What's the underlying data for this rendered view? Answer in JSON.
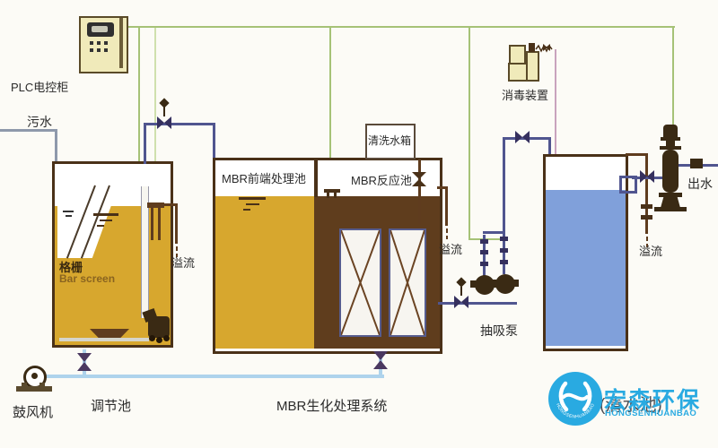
{
  "labels": {
    "plc": "PLC电控柜",
    "influent": "污水",
    "bar_screen_cn": "格栅",
    "bar_screen_en": "Bar screen",
    "overflow_left": "溢流",
    "overflow_mid": "溢流",
    "overflow_right": "溢流",
    "mbr_front": "MBR前端处理池",
    "mbr_reactor": "MBR反应池",
    "wash_tank": "清洗水箱",
    "disinfection": "消毒装置",
    "effluent": "出水",
    "suction_pump": "抽吸泵",
    "blower": "鼓风机",
    "regulation_tank": "调节池",
    "mbr_system": "MBR生化处理系统",
    "clear_water_tank": "(清水池)"
  },
  "logo": {
    "name_cn": "宏森环保",
    "name_en": "HONGSENHUANBAO"
  },
  "colors": {
    "bg": "#fcfbf6",
    "tank-border": "#4a3118",
    "golden": "#d7a72e",
    "sludge": "#5f3d1d",
    "water": "#80a0da",
    "wire": "#a6c277",
    "wire-pale": "#cfe0ad",
    "pipe": "#50558f",
    "pipe-dark": "#35305e",
    "air": "#aed3ec",
    "dosing": "#c9a3bd",
    "brown-pipe": "#5f3c1e",
    "cream": "#f0eaba",
    "logo-blue": "#29aae1",
    "ink": "#2b2b2b",
    "grey-pipe": "#8e99ab",
    "pump-dark": "#3a2a14"
  }
}
